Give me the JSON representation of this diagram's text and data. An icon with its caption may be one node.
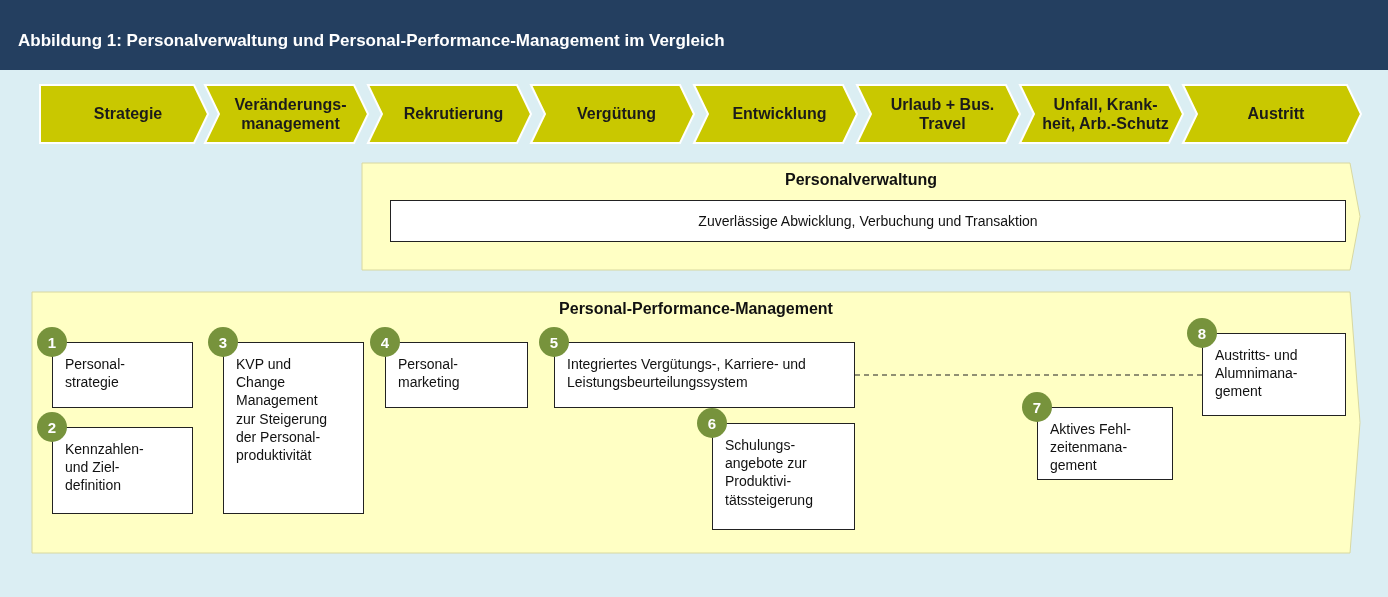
{
  "diagram": {
    "title": "Abbildung 1: Personalverwaltung und Personal-Performance-Management im Vergleich",
    "nodes": [
      {
        "text": [
          "Strategie"
        ]
      },
      {
        "text": [
          "Veränderungs- management"
        ]
      },
      {
        "text": [
          "Rekrutierung"
        ]
      },
      {
        "text": [
          "Vergütung"
        ]
      },
      {
        "text": [
          "Entwicklung"
        ]
      },
      {
        "text": [
          "Urlaub + Bus. Travel"
        ]
      },
      {
        "text": [
          "Unfall, Krank- heit, Arb.-Schutz"
        ]
      },
      {
        "text": [
          "Austritt"
        ]
      },
      {
        "text": [
          "Personalverwaltung"
        ]
      },
      {
        "text": [
          "Zuverlässige Abwicklung, Verbuchung und Transaktion"
        ],
        "in": 8
      },
      {
        "text": [
          "Personal-Performance-Management"
        ]
      },
      {
        "text": [
          "1",
          "Personal- strategie"
        ],
        "in": 10
      },
      {
        "text": [
          "2",
          "Kennzahlen- und Ziel- definition"
        ],
        "in": 10
      },
      {
        "text": [
          "3",
          "KVP und Change Management zur Steigerung der Personal- produktivität"
        ],
        "in": 10
      },
      {
        "text": [
          "4",
          "Personal- marketing"
        ],
        "in": 10
      },
      {
        "text": [
          "5",
          "Integriertes Vergütungs-, Karriere- und Leistungsbeurteilungssystem"
        ],
        "in": 10
      },
      {
        "text": [
          "6",
          "Schulungs- angebote zur Produktivi- tätssteigerung"
        ],
        "in": 10
      },
      {
        "text": [
          "7",
          "Aktives Fehl- zeitenmana- gement"
        ],
        "in": 10
      },
      {
        "text": [
          "8",
          "Austritts- und Alumnimana- gement"
        ],
        "in": 10
      }
    ],
    "edges": [
      {
        "from": 15,
        "to": 18,
        "arrow": "none",
        "style": "dashed"
      }
    ]
  }
}
